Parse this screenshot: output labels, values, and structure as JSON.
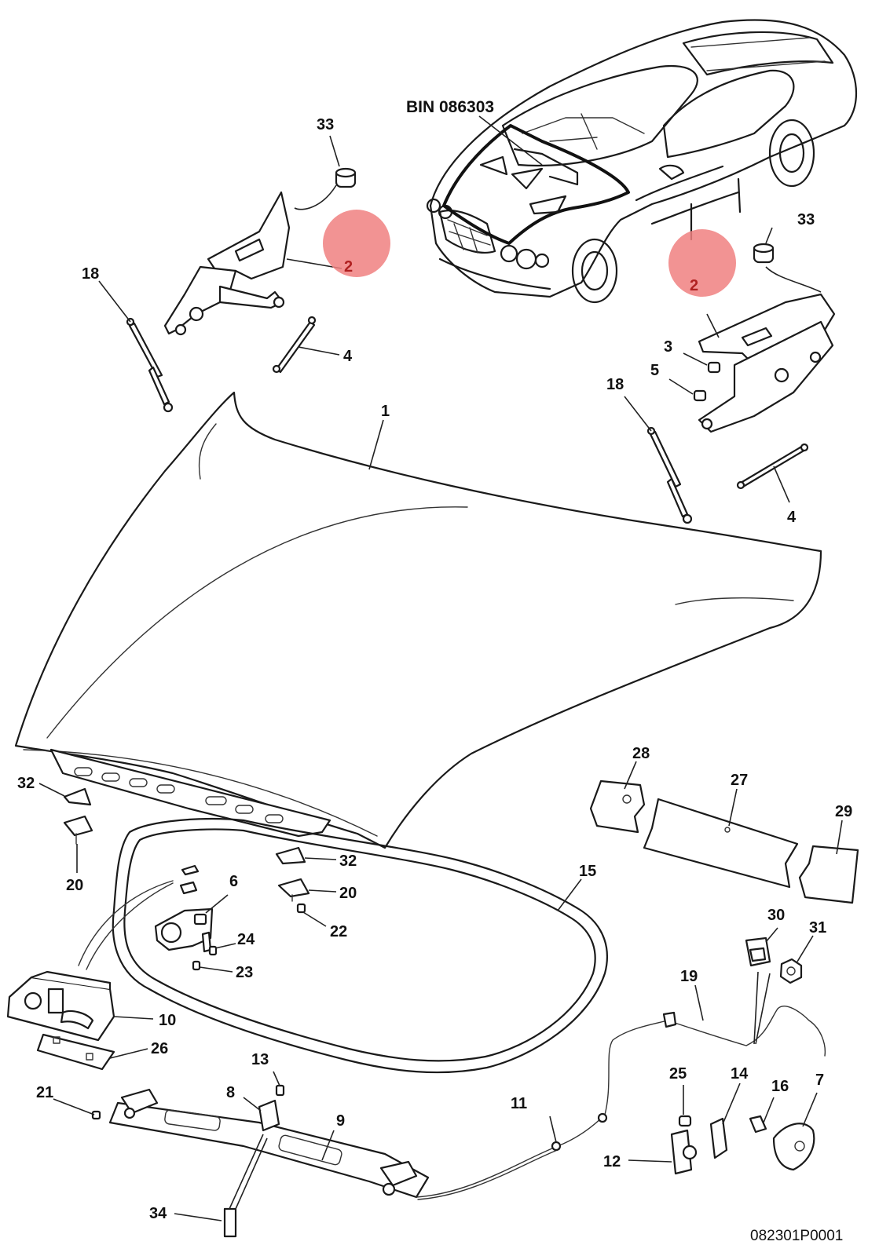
{
  "diagram": {
    "vin_label": "BIN 086303",
    "drawing_ref": "082301P0001",
    "callouts": [
      "33",
      "2",
      "18",
      "4",
      "33",
      "2",
      "3",
      "5",
      "18",
      "4",
      "1",
      "28",
      "27",
      "29",
      "32",
      "20",
      "32",
      "20",
      "22",
      "6",
      "24",
      "23",
      "15",
      "30",
      "31",
      "19",
      "10",
      "26",
      "13",
      "8",
      "9",
      "21",
      "34",
      "11",
      "25",
      "14",
      "16",
      "7",
      "12"
    ]
  }
}
